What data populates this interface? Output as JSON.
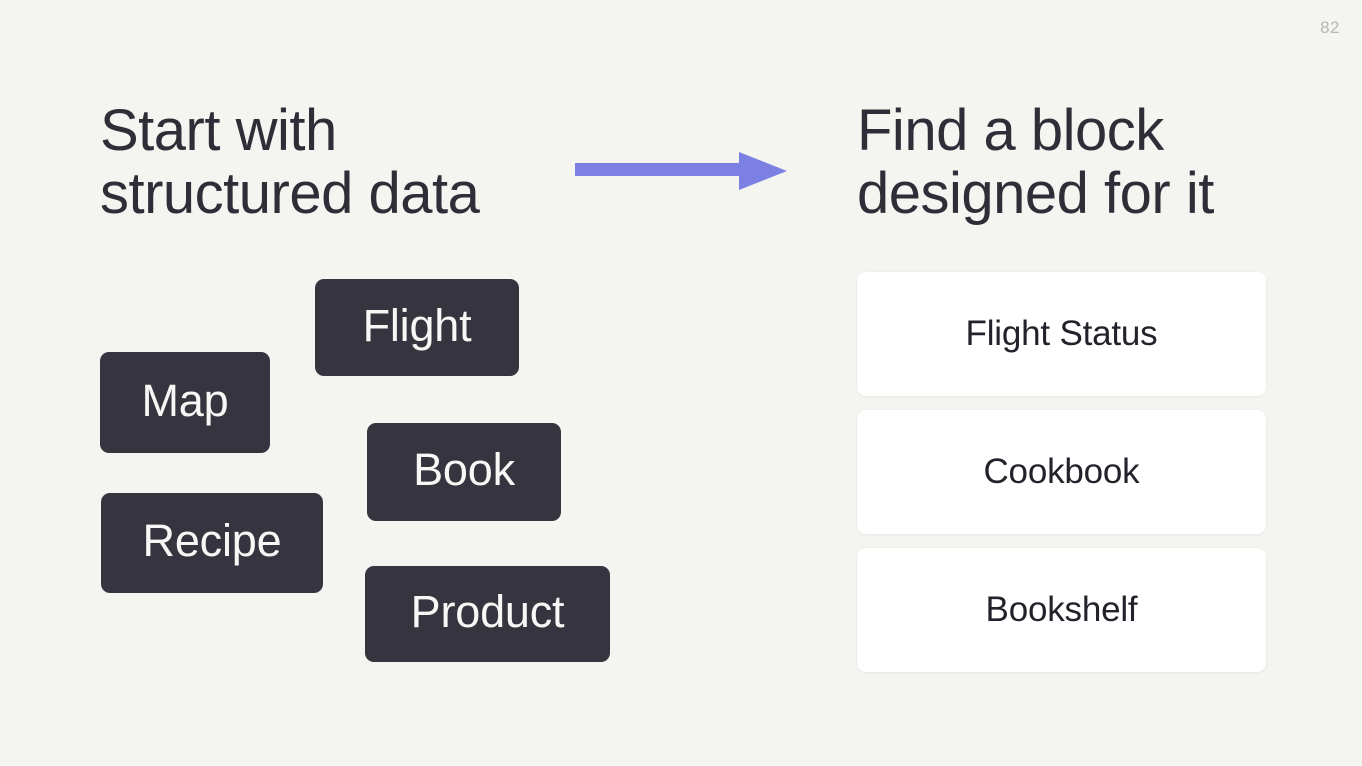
{
  "slide": {
    "page_number": "82",
    "background_color": "#f4f5f0"
  },
  "left": {
    "heading": "Start with\nstructured data",
    "chips": [
      {
        "label": "Map"
      },
      {
        "label": "Flight"
      },
      {
        "label": "Recipe"
      },
      {
        "label": "Book"
      },
      {
        "label": "Product"
      }
    ],
    "chip_color": "#36343f",
    "chip_text_color": "#f7f7f5"
  },
  "connector": {
    "icon": "arrow-right-icon",
    "color": "#7b80e2"
  },
  "right": {
    "heading": "Find a block\ndesigned for it",
    "cards": [
      {
        "label": "Flight Status"
      },
      {
        "label": "Cookbook"
      },
      {
        "label": "Bookshelf"
      }
    ],
    "card_color": "#ffffff",
    "card_text_color": "#23222a"
  }
}
